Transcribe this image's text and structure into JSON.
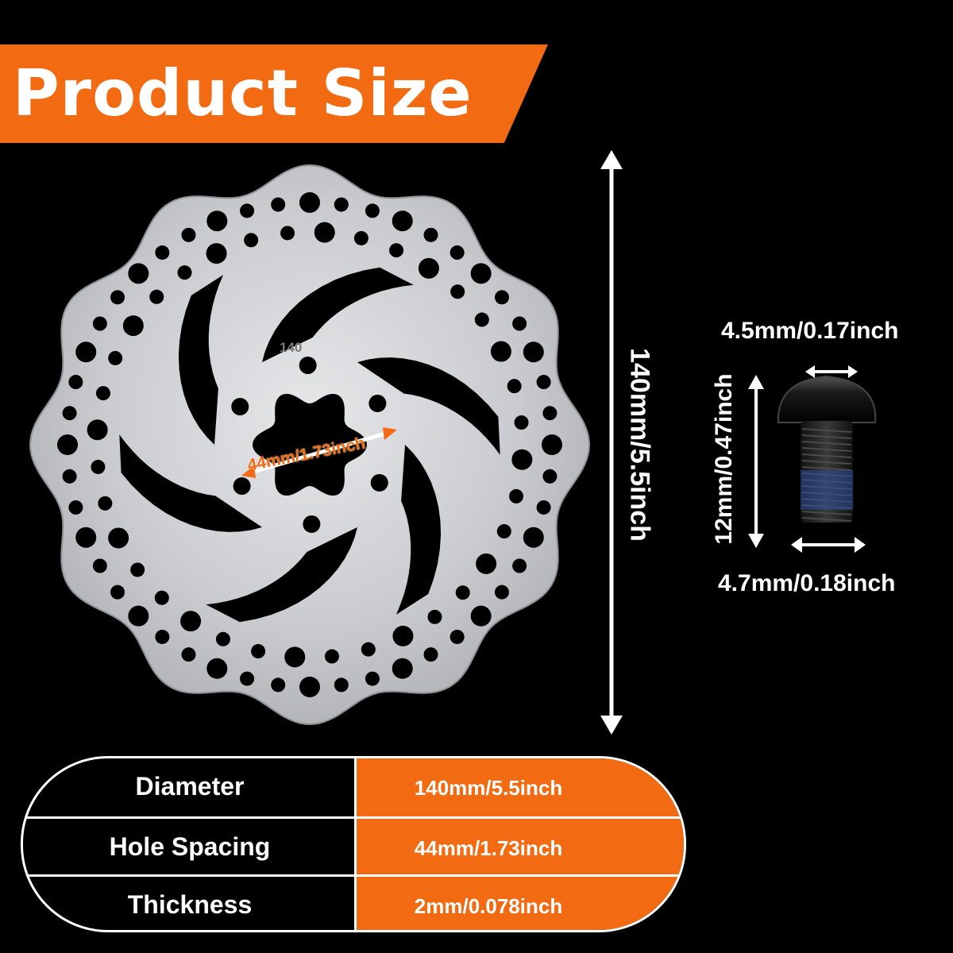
{
  "header": {
    "title": "Product Size",
    "accent_color": "#f26b12"
  },
  "rotor": {
    "size_tag": "140",
    "hole_spacing_label": "44mm/1.73inch",
    "diameter_label": "140mm/5.5inch"
  },
  "screw": {
    "head_width_label": "4.5mm/0.17inch",
    "length_label": "12mm/0.47inch",
    "thread_width_label": "4.7mm/0.18inch"
  },
  "spec_table": {
    "rows": [
      {
        "label": "Diameter",
        "value": "140mm/5.5inch"
      },
      {
        "label": "Hole Spacing",
        "value": "44mm/1.73inch"
      },
      {
        "label": "Thickness",
        "value": "2mm/0.078inch"
      }
    ]
  }
}
